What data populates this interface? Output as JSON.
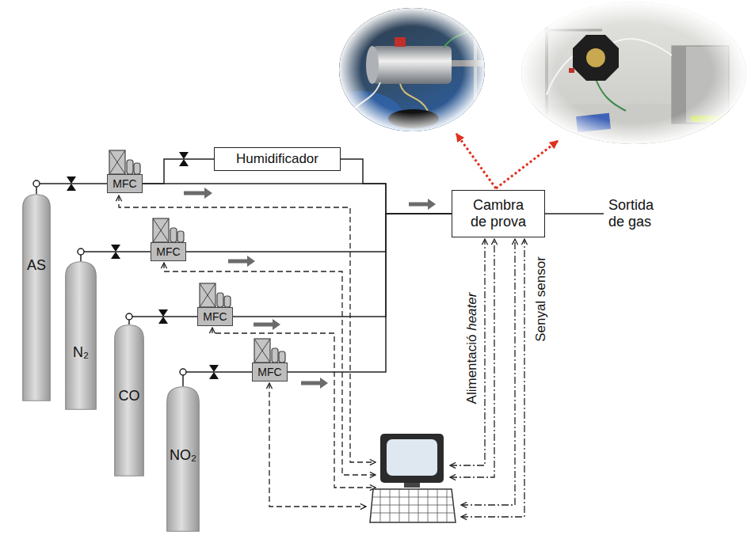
{
  "diagram": {
    "nodes": [
      {
        "text": [
          "AS"
        ]
      },
      {
        "text": [
          "MFC"
        ]
      },
      {
        "text": [
          "Humidificador"
        ]
      },
      {
        "text": [
          "N₂"
        ]
      },
      {
        "text": [
          "MFC"
        ]
      },
      {
        "text": [
          "CO"
        ]
      },
      {
        "text": [
          "MFC"
        ]
      },
      {
        "text": [
          "NO₂"
        ]
      },
      {
        "text": [
          "MFC"
        ]
      },
      {
        "text": [
          "Cambra de prova"
        ]
      }
    ],
    "edges": [
      {
        "from": 0,
        "to": 1,
        "arrow": "none"
      },
      {
        "from": 1,
        "to": 2,
        "arrow": "none"
      },
      {
        "from": 2,
        "to": 9,
        "arrow": "none"
      },
      {
        "from": 1,
        "to": 9,
        "arrow": "none"
      },
      {
        "from": 3,
        "to": 4,
        "arrow": "none"
      },
      {
        "from": 4,
        "to": 9,
        "arrow": "none"
      },
      {
        "from": 5,
        "to": 6,
        "arrow": "none"
      },
      {
        "from": 6,
        "to": 9,
        "arrow": "none"
      },
      {
        "from": 7,
        "to": 8,
        "arrow": "none"
      },
      {
        "from": 8,
        "to": 9,
        "arrow": "none"
      }
    ],
    "labels": [
      "Sortida de gas",
      "Alimentació",
      "heater",
      "Senyal sensor"
    ]
  }
}
